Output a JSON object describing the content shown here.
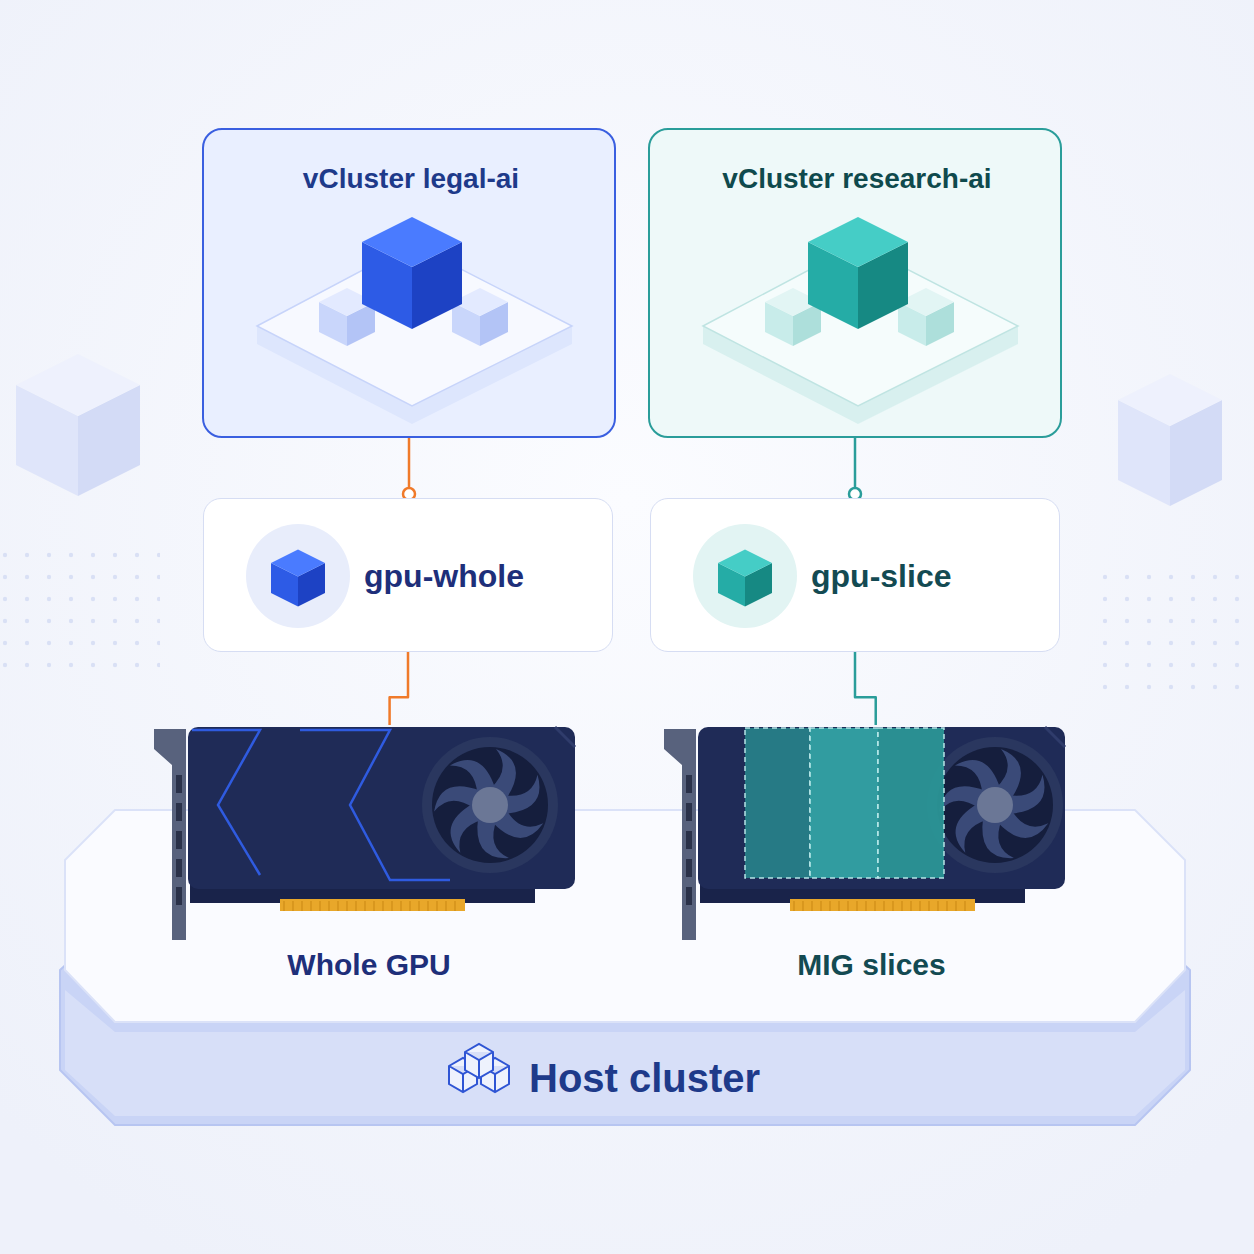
{
  "diagram": {
    "nodes": [
      {
        "text": [
          "vCluster legal-ai"
        ]
      },
      {
        "text": [
          "vCluster research-ai"
        ]
      },
      {
        "text": [
          "gpu-whole"
        ]
      },
      {
        "text": [
          "gpu-slice"
        ]
      },
      {
        "text": [
          "Host cluster"
        ]
      },
      {
        "text": [
          "Whole GPU"
        ],
        "in": 4
      },
      {
        "text": [
          "MIG slices"
        ],
        "in": 4
      }
    ],
    "edges": [
      {
        "from": 0,
        "to": 2,
        "arrow": "none"
      },
      {
        "from": 1,
        "to": 3,
        "arrow": "none"
      },
      {
        "from": 2,
        "to": 5,
        "arrow": "none"
      },
      {
        "from": 3,
        "to": 6,
        "arrow": "none"
      }
    ]
  }
}
